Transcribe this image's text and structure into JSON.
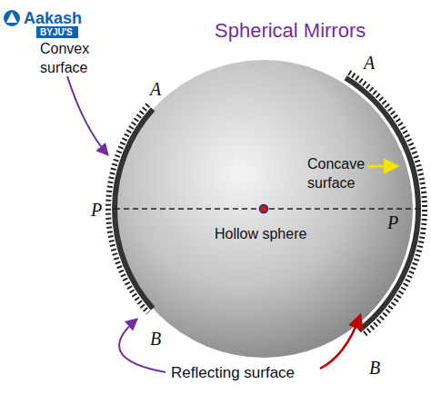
{
  "diagram": {
    "title": "Spherical Mirrors",
    "labels": [
      "Aakash",
      "BYJU'S",
      "Convex surface",
      "A",
      "A",
      "Concave surface",
      "P",
      "P",
      "Hollow sphere",
      "B",
      "B",
      "Reflecting surface"
    ]
  }
}
